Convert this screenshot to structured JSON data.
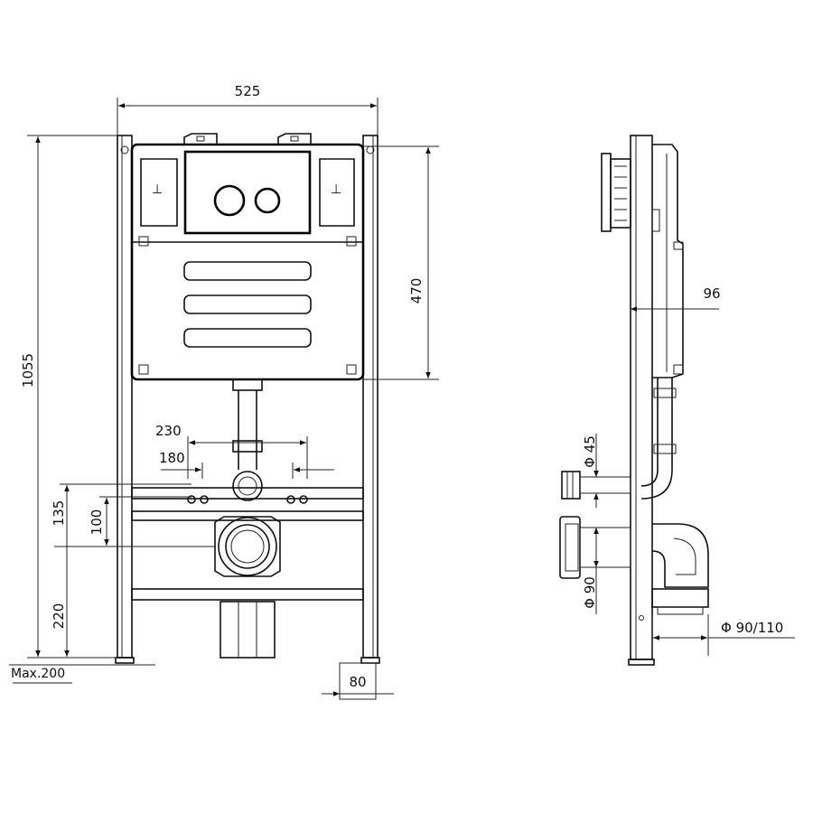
{
  "front_view": {
    "width_dim": "525",
    "height_dim": "1055",
    "tank_height_dim": "470",
    "stud_spacing_outer_dim": "230",
    "stud_spacing_inner_dim": "180",
    "studs_height_dim": "135",
    "outlet_offset_dim": "100",
    "outlet_height_dim": "220",
    "foot_adjust_dim": "Max.200",
    "foot_width_dim": "80"
  },
  "side_view": {
    "depth_dim": "96",
    "inlet_diameter_dim": "Φ 45",
    "outlet_diameter_dim": "Φ 90",
    "drain_diameter_dim": "Φ 90/110"
  }
}
